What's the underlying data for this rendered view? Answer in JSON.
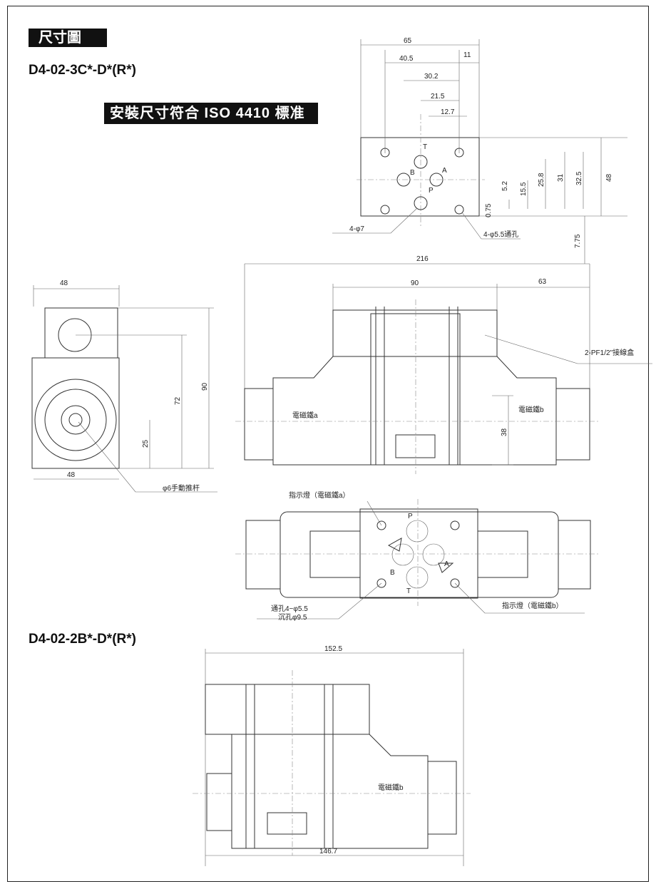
{
  "header": {
    "title": "尺寸圖",
    "model_1": "D4-02-3C*-D*(R*)",
    "iso_note": "安裝尺寸符合 ISO 4410 標准",
    "model_2": "D4-02-2B*-D*(R*)"
  },
  "mounting_face": {
    "dims": [
      "65",
      "40.5",
      "11",
      "30.2",
      "21.5",
      "12.7",
      "48",
      "32.5",
      "31",
      "25.8",
      "15.5",
      "5.2",
      "0.75",
      "7.75"
    ],
    "ports": [
      "T",
      "B",
      "A",
      "P"
    ],
    "callouts": {
      "holes_7": "4-φ7",
      "holes_55": "4-φ5.5通孔"
    }
  },
  "side_view": {
    "dims": [
      "48",
      "90",
      "72",
      "25",
      "48"
    ],
    "callout": "φ6手動推杆"
  },
  "front_view": {
    "dims": [
      "216",
      "90",
      "63",
      "38"
    ],
    "label_a": "電磁鐵a",
    "label_b": "電磁鐵b",
    "junction": "2-PF1/2\"接線盒"
  },
  "top_view": {
    "lamp_a": "指示燈（電磁鐵a）",
    "lamp_b": "指示燈（電磁鐵b）",
    "hole_1": "通孔4−φ5.5",
    "hole_2": "沉孔φ9.5",
    "ports": [
      "P",
      "B",
      "A",
      "T"
    ]
  },
  "view_2b": {
    "dims": [
      "152.5",
      "146.7"
    ],
    "label_b": "電磁鐵b"
  }
}
